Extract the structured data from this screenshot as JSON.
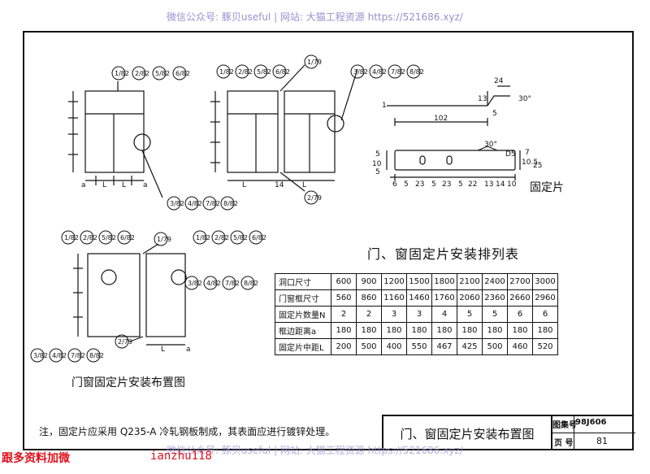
{
  "watermark": {
    "top": "微信公众号: 豚贝useful | 网站: 大猫工程资源 https://521686.xyz/",
    "bottom": "微信公众号: 豚贝useful | 网站: 大猫工程资源 https://521686.xyz/"
  },
  "promo": {
    "left": "跟多资料加微",
    "right": "ianzhu118"
  },
  "drawing": {
    "bubbles_a": [
      "1/82",
      "2/82",
      "5/82",
      "6/82"
    ],
    "bubbles_b": [
      "1/82",
      "2/82",
      "5/82",
      "6/82"
    ],
    "bubbles_c": [
      "3/82",
      "4/82",
      "7/82",
      "8/82"
    ],
    "bubbles_d": [
      "3/82",
      "4/82",
      "7/82",
      "8/82"
    ],
    "bubbles_e": [
      "3/82",
      "4/82",
      "7/82",
      "8/82"
    ],
    "bubbles_f": [
      "3/82",
      "4/82",
      "7/82",
      "8/82"
    ],
    "bubble_r1": "1/79",
    "bubble_r2": "2/79",
    "bubble_r3": "1/79",
    "bubble_r4": "2/79",
    "section_mark": "1",
    "dim_L": "L",
    "dim_a": "a",
    "dim_14": "14",
    "detail_dims": {
      "d24": "24",
      "d13": "13",
      "d30a": "30°",
      "d102": "102",
      "d5": "5",
      "d30b": "30°",
      "d5b": "D5",
      "d7": "7",
      "d105": "10.5",
      "d25": "25",
      "d5l": "5",
      "d10l": "10",
      "d5l2": "5"
    },
    "bottom_dims": [
      "6",
      "5",
      "23",
      "5",
      "23",
      "5",
      "22",
      "13",
      "14",
      "10"
    ],
    "detail_caption": "固定片"
  },
  "table": {
    "title": "门、窗固定片安装排列表",
    "rows": [
      {
        "label": "洞口尺寸",
        "values": [
          "600",
          "900",
          "1200",
          "1500",
          "1800",
          "2100",
          "2400",
          "2700",
          "3000"
        ]
      },
      {
        "label": "门窗框尺寸",
        "values": [
          "560",
          "860",
          "1160",
          "1460",
          "1760",
          "2060",
          "2360",
          "2660",
          "2960"
        ]
      },
      {
        "label": "固定片数量N",
        "values": [
          "2",
          "2",
          "3",
          "3",
          "4",
          "5",
          "5",
          "6",
          "6"
        ]
      },
      {
        "label": "框边距离a",
        "values": [
          "180",
          "180",
          "180",
          "180",
          "180",
          "180",
          "180",
          "180",
          "180"
        ]
      },
      {
        "label": "固定片中距L",
        "values": [
          "200",
          "500",
          "400",
          "550",
          "467",
          "425",
          "500",
          "460",
          "520"
        ]
      }
    ]
  },
  "layout_caption": "门窗固定片安装布置图",
  "note": "注，固定片应采用 Q235-A 冷轧钢板制成，其表面应进行镀锌处理。",
  "title_block": {
    "title": "门、窗固定片安装布置图",
    "atlas_label": "图集号",
    "atlas_value": "98J606",
    "page_label": "页 号",
    "page_value": "81"
  }
}
